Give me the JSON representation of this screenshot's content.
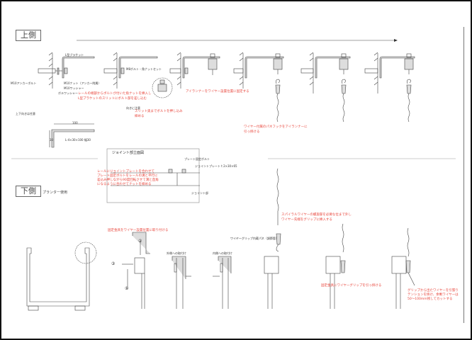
{
  "sections": {
    "upper": {
      "title": "上側"
    },
    "lower": {
      "title": "下側",
      "subtitle": "プランター使用"
    }
  },
  "upper_labels": {
    "l_bracket": "L型ブラケット",
    "anchor_bolt": "M10アンカーボルト",
    "m10_nut": "M10ナット（アンカー附属）",
    "m10_washer": "M10ワッシャー",
    "bolt_washer": "ボルワッシャー",
    "m8_bolt_set": "M8ボルト・角ナットセット",
    "orientation_note": "向きに注意",
    "up_down_note": "上下向きは任意",
    "dim_100": "100",
    "dim_30": "30",
    "bracket_spec": "L-4×30×100 幅30"
  },
  "upper_instructions": {
    "insert_nut": "レールの端部からボルトが付いた角ナットを挿入し",
    "insert_nut_2": "L型ブラケットのスリットにボルト部を差し込む",
    "push_slit": "スリット奥までボルトを押し込み",
    "push_slit_2": "締める",
    "set_eyelet": "アイランナーをワイヤー設置位置に固定する",
    "hook_1": "ワイヤー付属のパネフックをアイランナーに",
    "hook_2": "引っ掛ける"
  },
  "joint": {
    "title": "ジョイント部立面図",
    "plate_bolt": "プレート固定ボルト",
    "joint_plate": "ジョイントプレート t 2×30×65",
    "joint_part": "ジョイント部",
    "instr_1": "レールにジョイントプレートを合わせて",
    "instr_2": "プレート固定ボルトをレールの溝と平行に",
    "instr_3": "差込み押しながら90度回転させて溝と直角",
    "instr_4": "になるように合わせてナットを締める"
  },
  "lower_labels": {
    "attach_fitting": "固定金具をワイヤー設置位置に取り付ける",
    "outer_attach": "外側への取付け",
    "inner_attach": "内側への取付け",
    "grip_label": "ワイヤーグリップ内蔵パネ（調節管）",
    "step1": "①",
    "step2": "②",
    "step3": "③",
    "spiral_1": "スパイラルワイヤーの螺旋部を必要な位まで外し",
    "spiral_2": "ワイヤー先端をグリップに挿入する",
    "hook_grip": "固定金具にワイヤーグリップを引っ掛ける",
    "cut_1": "グリップから出たワイヤーを引張り",
    "cut_2": "テンションを掛け、余剰ワイヤーは",
    "cut_3": "50〜100mm残してカットする"
  },
  "colors": {
    "annotation": "#e8443a",
    "line": "#444444",
    "fill": "#cccccc"
  }
}
